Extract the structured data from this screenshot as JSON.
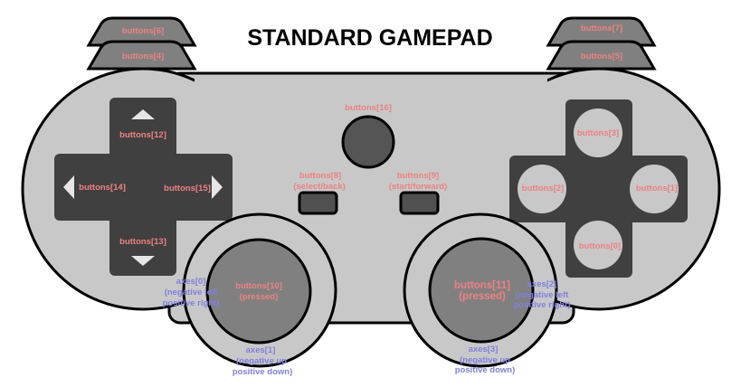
{
  "title": "STANDARD GAMEPAD",
  "colors": {
    "body": "#c8c8c8",
    "dark": "#404040",
    "stick": "#808080",
    "outline": "#000000",
    "button_label": "#f08080",
    "axis_label": "#8080e0",
    "face_button": "#c8c8c8"
  },
  "buttons": {
    "b0": "buttons[0]",
    "b1": "buttons[1]",
    "b2": "buttons[2]",
    "b3": "buttons[3]",
    "b4": "buttons[4]",
    "b5": "buttons[5]",
    "b6": "buttons[6]",
    "b7": "buttons[7]",
    "b8": "buttons[8]",
    "b8_sub": "(select/back)",
    "b9": "buttons[9]",
    "b9_sub": "(start/forward)",
    "b10": "buttons[10]",
    "b10_sub": "(pressed)",
    "b11": "buttons[11]",
    "b11_sub": "(pressed)",
    "b12": "buttons[12]",
    "b13": "buttons[13]",
    "b14": "buttons[14]",
    "b15": "buttons[15]",
    "b16": "buttons[16]"
  },
  "axes": {
    "a0": [
      "axes[0]",
      "(negative left",
      "positive right)"
    ],
    "a1": [
      "axes[1]",
      "(negative up",
      "positive down)"
    ],
    "a2": [
      "axes[2]",
      "(negative left",
      "positive right)"
    ],
    "a3": [
      "axes[3]",
      "(negative up",
      "positive down)"
    ]
  },
  "icons": {
    "dpad_up": "triangle-up-icon",
    "dpad_down": "triangle-down-icon",
    "dpad_left": "triangle-left-icon",
    "dpad_right": "triangle-right-icon"
  }
}
